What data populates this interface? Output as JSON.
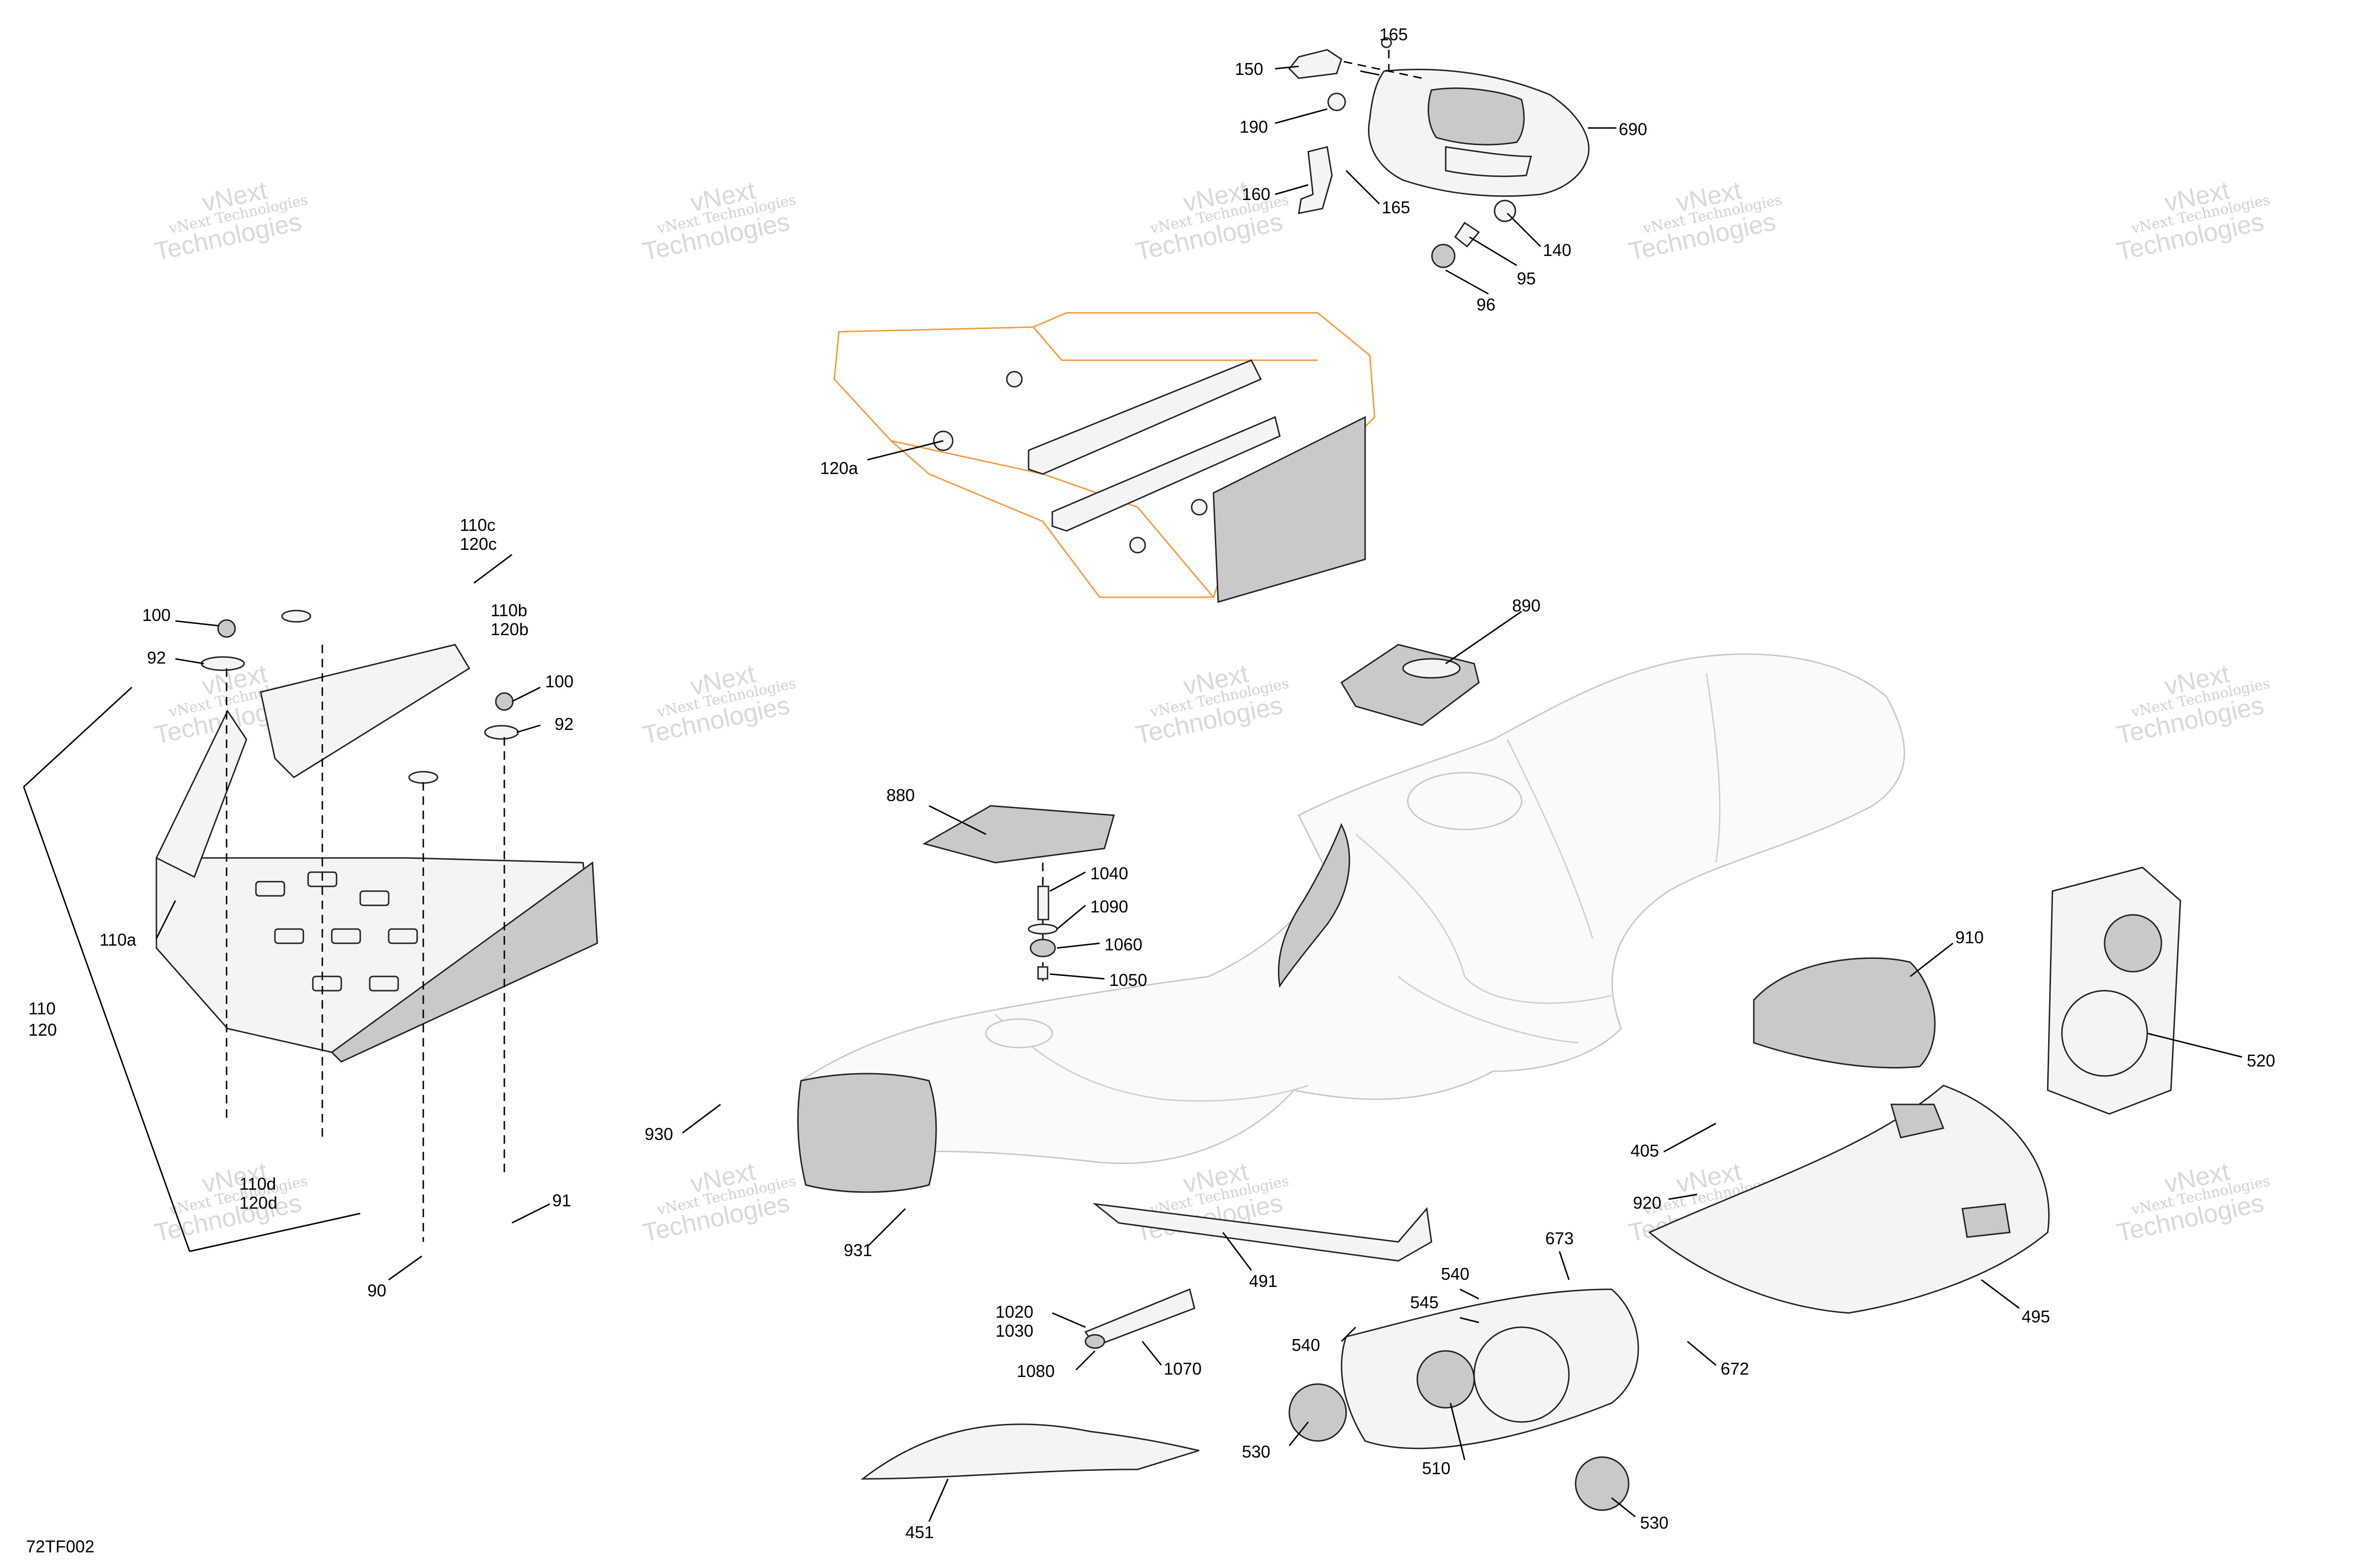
{
  "diagram_code": "72TF002",
  "watermark": {
    "line1": "vNext Technologies",
    "line2": "Technologies",
    "arc": "vNext"
  },
  "callouts": [
    {
      "id": "c165a",
      "text": "165"
    },
    {
      "id": "c150",
      "text": "150"
    },
    {
      "id": "c690",
      "text": "690"
    },
    {
      "id": "c190",
      "text": "190"
    },
    {
      "id": "c160",
      "text": "160"
    },
    {
      "id": "c165b",
      "text": "165"
    },
    {
      "id": "c140",
      "text": "140"
    },
    {
      "id": "c95",
      "text": "95"
    },
    {
      "id": "c96",
      "text": "96"
    },
    {
      "id": "c120a",
      "text": "120a"
    },
    {
      "id": "c110c",
      "text": "110c"
    },
    {
      "id": "c120c",
      "text": "120c"
    },
    {
      "id": "c100a",
      "text": "100"
    },
    {
      "id": "c110b",
      "text": "110b"
    },
    {
      "id": "c120b",
      "text": "120b"
    },
    {
      "id": "c92a",
      "text": "92"
    },
    {
      "id": "c100b",
      "text": "100"
    },
    {
      "id": "c92b",
      "text": "92"
    },
    {
      "id": "c110a",
      "text": "110a"
    },
    {
      "id": "c110",
      "text": "110"
    },
    {
      "id": "c120",
      "text": "120"
    },
    {
      "id": "c110d",
      "text": "110d"
    },
    {
      "id": "c120d",
      "text": "120d"
    },
    {
      "id": "c91",
      "text": "91"
    },
    {
      "id": "c90",
      "text": "90"
    },
    {
      "id": "c890",
      "text": "890"
    },
    {
      "id": "c880",
      "text": "880"
    },
    {
      "id": "c1040",
      "text": "1040"
    },
    {
      "id": "c1090",
      "text": "1090"
    },
    {
      "id": "c1060",
      "text": "1060"
    },
    {
      "id": "c1050",
      "text": "1050"
    },
    {
      "id": "c910",
      "text": "910"
    },
    {
      "id": "c520",
      "text": "520"
    },
    {
      "id": "c930",
      "text": "930"
    },
    {
      "id": "c405",
      "text": "405"
    },
    {
      "id": "c920",
      "text": "920"
    },
    {
      "id": "c931",
      "text": "931"
    },
    {
      "id": "c491",
      "text": "491"
    },
    {
      "id": "c673",
      "text": "673"
    },
    {
      "id": "c540a",
      "text": "540"
    },
    {
      "id": "c545",
      "text": "545"
    },
    {
      "id": "c495",
      "text": "495"
    },
    {
      "id": "c1020",
      "text": "1020"
    },
    {
      "id": "c1030",
      "text": "1030"
    },
    {
      "id": "c540b",
      "text": "540"
    },
    {
      "id": "c672",
      "text": "672"
    },
    {
      "id": "c1080",
      "text": "1080"
    },
    {
      "id": "c1070",
      "text": "1070"
    },
    {
      "id": "c530a",
      "text": "530"
    },
    {
      "id": "c510",
      "text": "510"
    },
    {
      "id": "c530b",
      "text": "530"
    },
    {
      "id": "c451",
      "text": "451"
    }
  ]
}
